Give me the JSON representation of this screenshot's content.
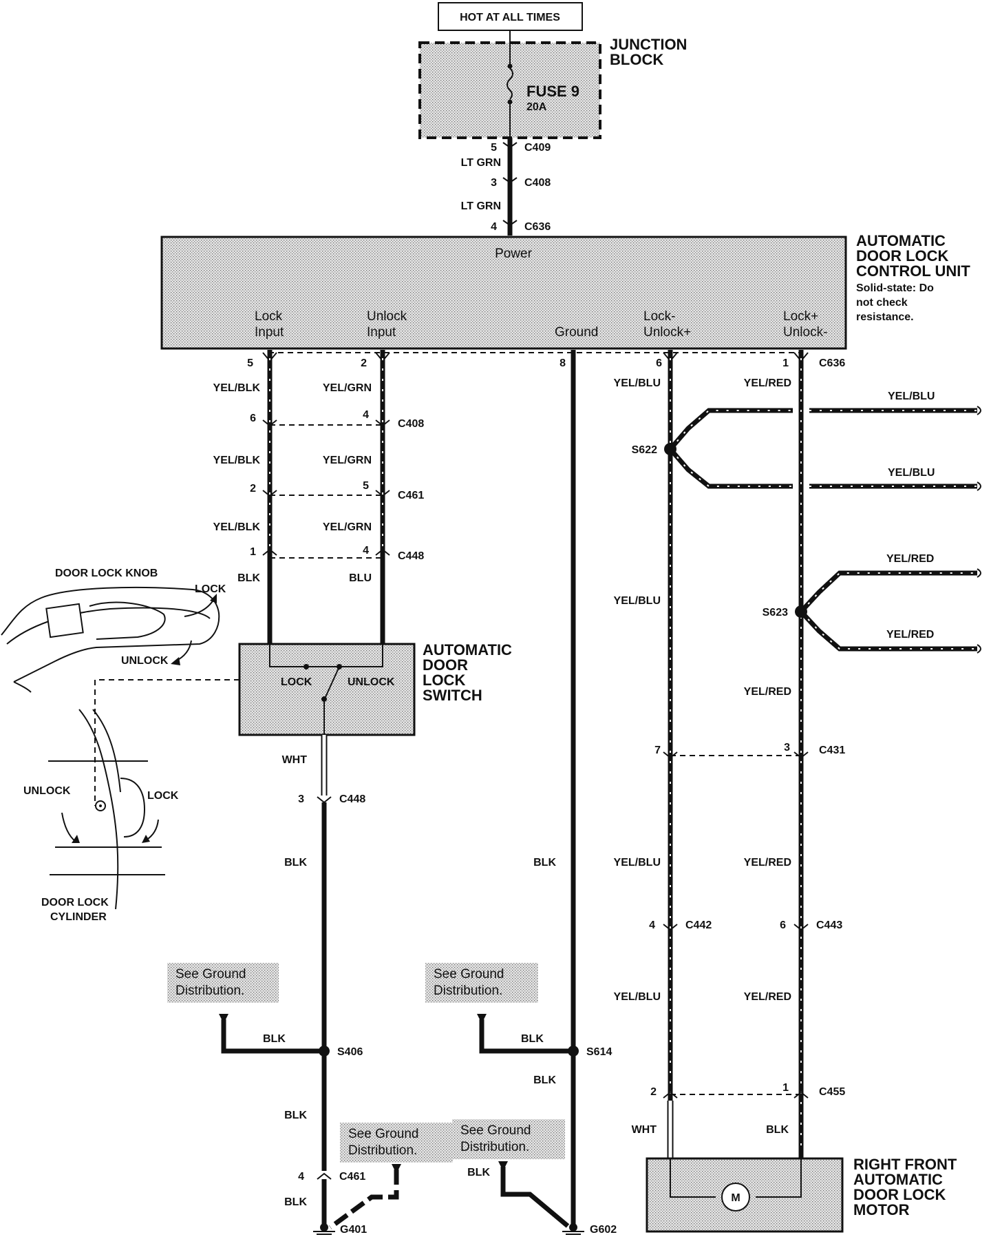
{
  "header": {
    "hot_at_all_times": "HOT AT ALL TIMES",
    "junction_block": [
      "JUNCTION",
      "BLOCK"
    ],
    "fuse_name": "FUSE 9",
    "fuse_rating": "20A"
  },
  "feed": {
    "c409_pin": "5",
    "c409": "C409",
    "wire1": "LT GRN",
    "c408_pin": "3",
    "c408": "C408",
    "wire2": "LT GRN",
    "c636_pin": "4",
    "c636": "C636"
  },
  "control_unit": {
    "title": [
      "AUTOMATIC",
      "DOOR LOCK",
      "CONTROL UNIT"
    ],
    "note": [
      "Solid-state: Do",
      "not check",
      "resistance."
    ],
    "power": "Power",
    "lock_input": [
      "Lock",
      "Input"
    ],
    "unlock_input": [
      "Unlock",
      "Input"
    ],
    "ground": "Ground",
    "lock_unlock_plus": [
      "Lock-",
      "Unlock+"
    ],
    "lock_plus_unlock": [
      "Lock+",
      "Unlock-"
    ],
    "pins": [
      "5",
      "2",
      "8",
      "6",
      "1"
    ],
    "connector": "C636"
  },
  "wires": {
    "yel_blk": "YEL/BLK",
    "yel_grn": "YEL/GRN",
    "yel_blu": "YEL/BLU",
    "yel_red": "YEL/RED",
    "blk": "BLK",
    "blu": "BLU",
    "wht": "WHT"
  },
  "connectors": {
    "c408": {
      "name": "C408",
      "left_pin": "6",
      "right_pin": "4"
    },
    "c461": {
      "name": "C461",
      "left_pin": "2",
      "right_pin": "5"
    },
    "c448": {
      "name": "C448",
      "left_pin": "1",
      "right_pin": "4"
    },
    "c448b": {
      "name": "C448",
      "pin": "3"
    },
    "c431": {
      "name": "C431",
      "left_pin": "7",
      "right_pin": "3"
    },
    "c442": {
      "name": "C442",
      "pin": "4"
    },
    "c443": {
      "name": "C443",
      "pin": "6"
    },
    "c455": {
      "name": "C455",
      "left_pin": "2",
      "right_pin": "1"
    },
    "c461b": {
      "name": "C461",
      "pin": "4"
    }
  },
  "splices": {
    "s622": "S622",
    "s623": "S623",
    "s406": "S406",
    "s614": "S614"
  },
  "grounds": {
    "g401": "G401",
    "g602": "G602"
  },
  "switch": {
    "title": [
      "AUTOMATIC",
      "DOOR",
      "LOCK",
      "SWITCH"
    ],
    "lock": "LOCK",
    "unlock": "UNLOCK"
  },
  "illustration": {
    "knob_label": "DOOR LOCK KNOB",
    "lock": "LOCK",
    "unlock": "UNLOCK",
    "cyl_unlock": "UNLOCK",
    "cyl_lock": "LOCK",
    "cylinder_label": [
      "DOOR LOCK",
      "CYLINDER"
    ]
  },
  "ground_ref": [
    "See Ground",
    "Distribution."
  ],
  "motor": {
    "title": [
      "RIGHT FRONT",
      "AUTOMATIC",
      "DOOR LOCK",
      "MOTOR"
    ],
    "symbol": "M"
  }
}
